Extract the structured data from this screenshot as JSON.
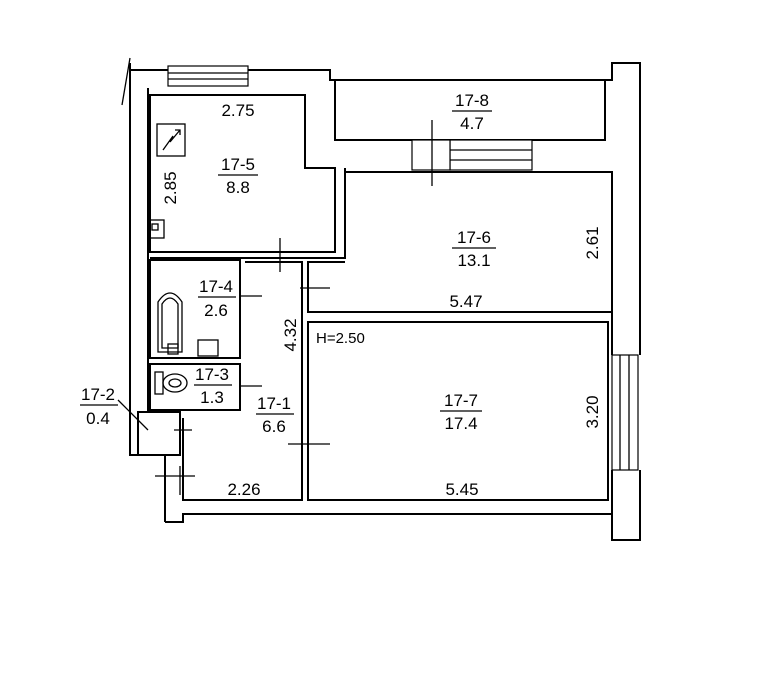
{
  "rooms": [
    {
      "id": "17-8",
      "area": "4.7"
    },
    {
      "id": "17-5",
      "area": "8.8"
    },
    {
      "id": "17-6",
      "area": "13.1"
    },
    {
      "id": "17-4",
      "area": "2.6"
    },
    {
      "id": "17-3",
      "area": "1.3"
    },
    {
      "id": "17-1",
      "area": "6.6"
    },
    {
      "id": "17-7",
      "area": "17.4"
    },
    {
      "id": "17-2",
      "area": "0.4"
    }
  ],
  "dimensions": {
    "d_275": "2.75",
    "d_285": "2.85",
    "d_261": "2.61",
    "d_547": "5.47",
    "d_432": "4.32",
    "d_320": "3.20",
    "d_545": "5.45",
    "d_226": "2.26"
  },
  "ceiling_height": "H=2.50"
}
